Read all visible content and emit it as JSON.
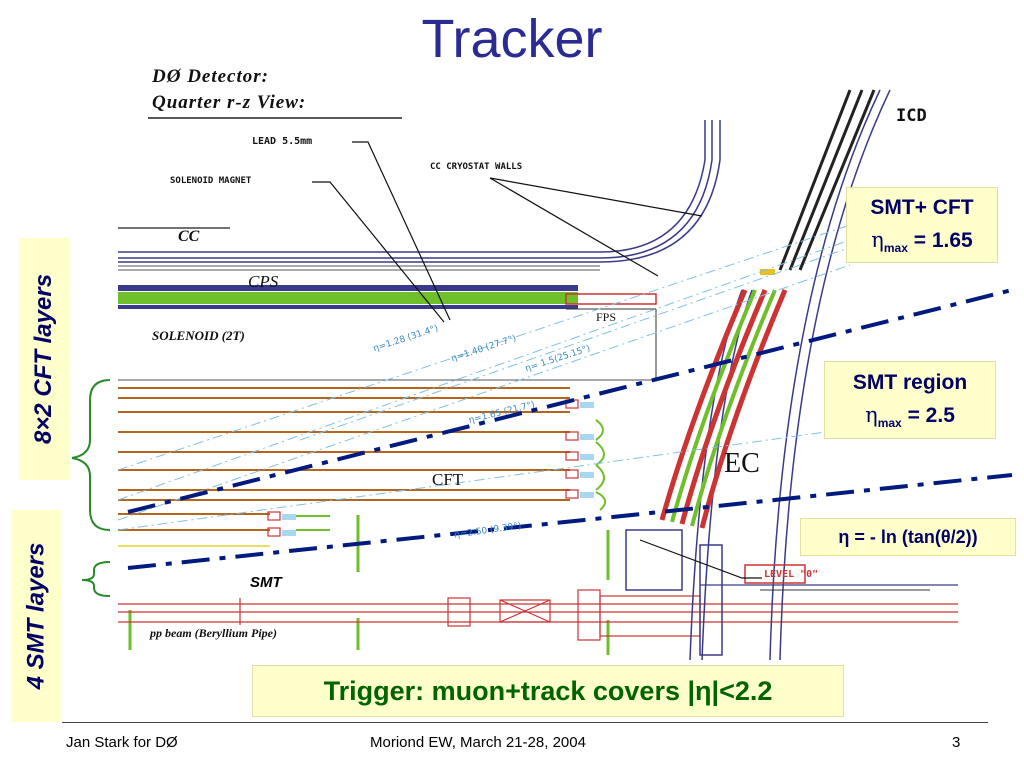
{
  "title": "Tracker",
  "drawing": {
    "heading_line1": "DØ Detector:",
    "heading_line2": "Quarter r-z View:",
    "lead": "LEAD 5.5mm",
    "solenoid_magnet": "SOLENOID MAGNET",
    "cc_cryostat_walls": "CC CRYOSTAT WALLS",
    "icd": "ICD",
    "cc": "CC",
    "cps": "CPS",
    "fps": "FPS",
    "solenoid": "SOLENOID (2T)",
    "cft": "CFT",
    "ec": "EC",
    "eta_128": "η=1.28 (31.4°)",
    "eta_140": "η=1.40 (27.7°)",
    "eta_15": "η= 1.5(25.15°)",
    "eta_165": "η=1.65 (21.7°)",
    "eta_25": "η=2.50 (9.39°)",
    "level0": "LEVEL \"0\"",
    "smt": "SMT",
    "beam": "pp beam (Beryllium Pipe)"
  },
  "boxes": {
    "smt_cft_line1": "SMT+ CFT",
    "smt_cft_eta": "η",
    "smt_cft_sub": "max",
    "smt_cft_value": "= 1.65",
    "smt_region_line1": "SMT region",
    "smt_region_eta": "η",
    "smt_region_sub": "max",
    "smt_region_value": "= 2.5",
    "eta_def": "η = - ln (tan(θ/2))",
    "trigger": "Trigger: muon+track covers |η|<2.2"
  },
  "side_labels": {
    "cft_layers": "8×2 CFT layers",
    "smt_layers": "4 SMT layers"
  },
  "footer": {
    "left": "Jan Stark for DØ",
    "center": "Moriond EW, March 21-28, 2004",
    "page": "3"
  },
  "colors": {
    "title": "#2b2b94",
    "box_fill": "#ffffcc",
    "eta_lines": "#001a80",
    "cft_green": "#6fbf2a",
    "cft_brown": "#b5651d"
  }
}
